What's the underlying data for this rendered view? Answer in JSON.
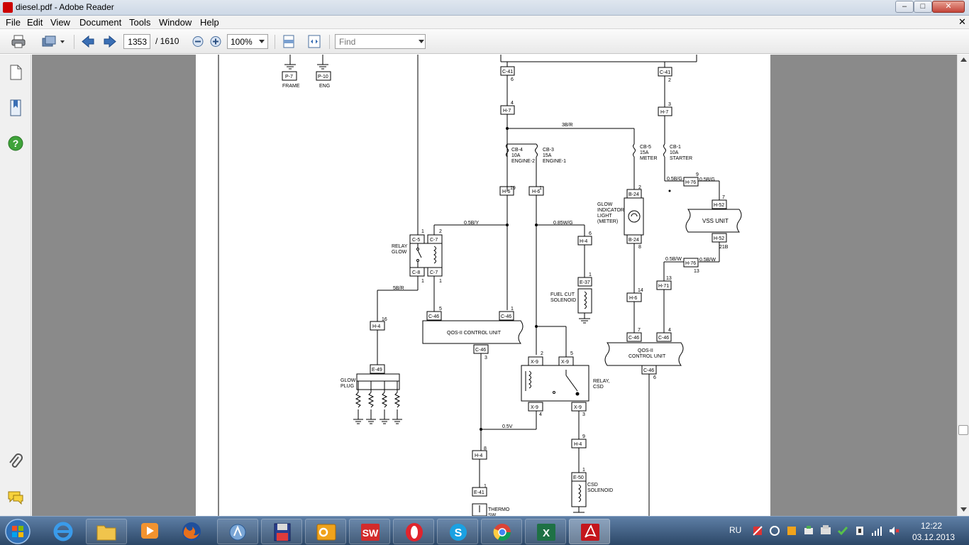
{
  "window": {
    "title": "diesel.pdf - Adobe Reader",
    "minimize": "–",
    "maximize": "□",
    "close": "✕"
  },
  "menu": [
    "File",
    "Edit",
    "View",
    "Document",
    "Tools",
    "Window",
    "Help"
  ],
  "menu_close": "✕",
  "toolbar": {
    "page_current": "1353",
    "page_total": "/ 1610",
    "zoom": "100%",
    "find_placeholder": "Find"
  },
  "icons": {
    "print": "print-icon",
    "share": "share-icon",
    "prev": "arrow-left-icon",
    "next": "arrow-right-icon",
    "zoom_out": "zoom-out-icon",
    "zoom_in": "zoom-in-icon",
    "fit_page": "fit-page-icon",
    "fit_width": "fit-width-icon",
    "pages": "pages-icon",
    "bookmarks": "bookmarks-icon",
    "help": "help-icon",
    "attach": "paperclip-icon",
    "comments": "comments-icon"
  },
  "diagram": {
    "labels": {
      "p7": "P-7",
      "p10": "P-10",
      "frame": "FRAME",
      "eng": "ENG",
      "c41a": "C-41",
      "c41b": "C-41",
      "n6a": "6",
      "n2a": "2",
      "n4a": "4",
      "n3a": "3",
      "h7a": "H-7",
      "h7b": "H-7",
      "w3br": "3B/R",
      "cb4": "CB-4",
      "cb4a": "10A",
      "cb4b": "ENGINE-2",
      "cb3": "CB-3",
      "cb3a": "15A",
      "cb3b": "ENGINE-1",
      "cb5": "CB-5",
      "cb5a": "15A",
      "cb5b": "METER",
      "cb1": "CB-1",
      "cb1a": "10A",
      "cb1b": "STARTER",
      "w05bg1": "0.5B/G",
      "w05bg2": "0.5B/G",
      "n9a": "9",
      "h76a": "H-76",
      "n7a": "7",
      "h52a": "H-52",
      "vss": "VSS UNIT",
      "h52b": "H-52",
      "n21b": "21B",
      "n19": "19",
      "h6a": "H-6",
      "n1a": "1",
      "h6b": "H-6",
      "n2b": "2",
      "b24a": "B-24",
      "glow1": "GLOW",
      "glow2": "INDICATOR",
      "glow3": "LIGHT",
      "glow4": "(METER)",
      "b24b": "B-24",
      "n8a": "8",
      "w05by": "0.5B/Y",
      "w085wg": "0.85W/G",
      "n6b": "6",
      "h4a": "H-4",
      "n1b": "1",
      "n2c": "2",
      "c5": "C-5",
      "c7a": "C-7",
      "relay1": "RELAY",
      "relay2": "GLOW",
      "c8": "C-8",
      "c7b": "C-7",
      "n1c": "1",
      "n1d": "1",
      "w05bw1": "0.5B/W",
      "h76b": "H-76",
      "w05bw2": "0.5B/W",
      "n13a": "13",
      "n13b": "13",
      "h71": "H-71",
      "n1e": "1",
      "e37": "E-37",
      "fuel1": "FUEL CUT",
      "fuel2": "SOLENOID",
      "w5br": "5B/R",
      "n5a": "5",
      "c46a": "C-46",
      "n1f": "1",
      "c46b": "C-46",
      "n14": "14",
      "h6c": "H-6",
      "n16": "16",
      "h4b": "H-4",
      "qos1": "QOS-II CONTROL UNIT",
      "c46c": "C-46",
      "n3b": "3",
      "n7b": "7",
      "c46d": "C-46",
      "n4b": "4",
      "c46e": "C-46",
      "qos2a": "QOS-II",
      "qos2b": "CONTROL UNIT",
      "c46f": "C-46",
      "n6c": "6",
      "e49": "E-49",
      "glowplug1": "GLOW",
      "glowplug2": "PLUG",
      "n2d": "2",
      "x9a": "X-9",
      "n5b": "5",
      "x9b": "X-9",
      "relaycsd1": "RELAY,",
      "relaycsd2": "CSD",
      "x9c": "X-9",
      "x9d": "X-9",
      "n4c": "4",
      "n3c": "3",
      "w05v": "0.5V",
      "n9b": "9",
      "h4c": "H-4",
      "n8b": "8",
      "h4d": "H-4",
      "n1g": "1",
      "e50": "E-50",
      "csd1": "CSD",
      "csd2": "SOLENOID",
      "n1h": "1",
      "e41": "E-41",
      "thermo1": "THERMO",
      "thermo2": "SW"
    }
  },
  "taskbar": {
    "lang": "RU",
    "time": "12:22",
    "date": "03.12.2013",
    "apps": [
      "start-orb-icon",
      "internet-explorer-icon",
      "file-explorer-icon",
      "media-player-icon",
      "firefox-icon",
      "app-blue-icon",
      "floppy-save-icon",
      "outlook-icon",
      "solidworks-icon",
      "opera-icon",
      "skype-icon",
      "chrome-icon",
      "excel-icon",
      "adobe-reader-icon"
    ]
  }
}
